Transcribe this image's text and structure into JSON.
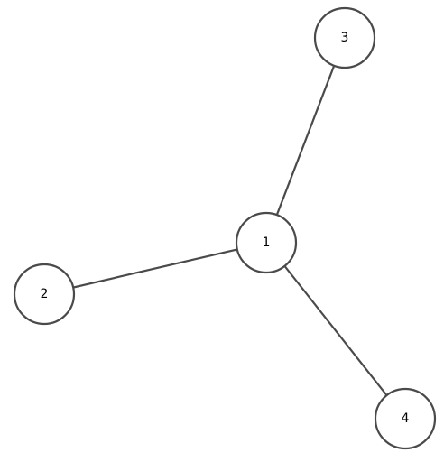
{
  "graph": {
    "nodes": [
      {
        "id": "1",
        "label": "1"
      },
      {
        "id": "2",
        "label": "2"
      },
      {
        "id": "3",
        "label": "3"
      },
      {
        "id": "4",
        "label": "4"
      }
    ],
    "edges": [
      {
        "source": "1",
        "target": "3"
      },
      {
        "source": "1",
        "target": "2"
      },
      {
        "source": "1",
        "target": "4"
      }
    ],
    "colors": {
      "stroke": "#4a4a4a",
      "node_fill": "#ffffff",
      "label": "#000000",
      "background": "#ffffff"
    }
  }
}
